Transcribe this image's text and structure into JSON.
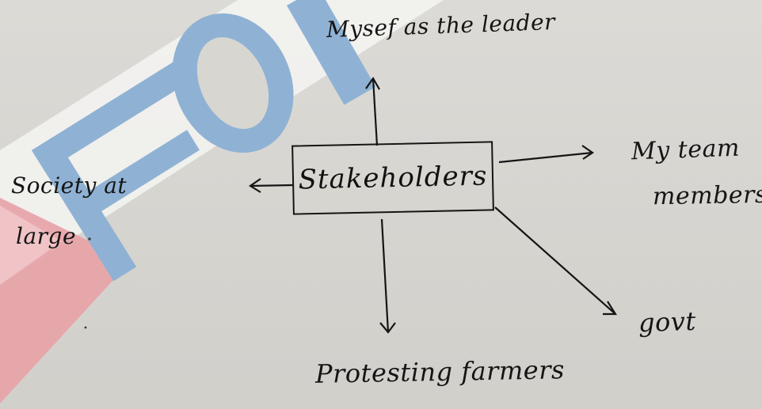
{
  "diagram": {
    "center": "Stakeholders",
    "nodes": {
      "top": "Mysef as the leader",
      "right_line1": "My team",
      "right_line2": "members",
      "left_line1": "Society at",
      "left_line2": "large",
      "bottom": "Protesting farmers",
      "bottom_right": "govt"
    }
  },
  "watermark": {
    "text": "FOI",
    "colors": {
      "blue": "#8fb2d4",
      "red": "#e7a3a8",
      "white": "#f4f4f2"
    }
  }
}
